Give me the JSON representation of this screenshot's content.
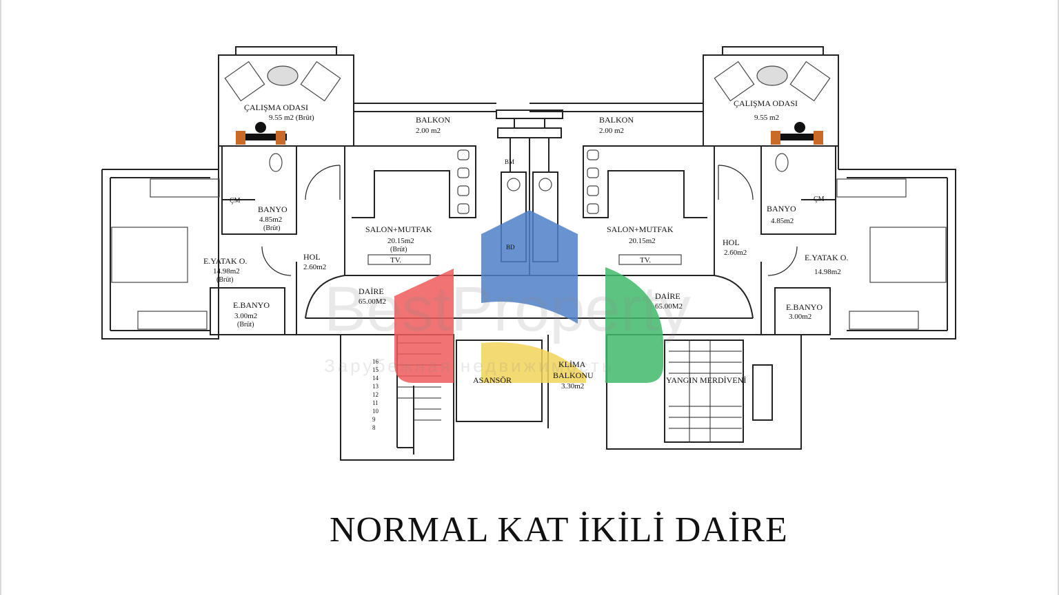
{
  "title": "NORMAL KAT İKİLİ DAİRE",
  "watermark": {
    "brand": "BestProperty",
    "tagline": "Зарубежная недвижимость",
    "colors": {
      "blue": "#4f7fc9",
      "red": "#ef5a5a",
      "green": "#3fb96a",
      "yellow": "#f2d35a"
    }
  },
  "left_unit": {
    "study": {
      "name": "ÇALIŞMA ODASI",
      "area": "9.55 m2 (Brüt)"
    },
    "balcony": {
      "name": "BALKON",
      "area": "2.00 m2"
    },
    "laundry": "ÇM",
    "bath": {
      "name": "BANYO",
      "area": "4.85m2",
      "gross": "(Brüt)"
    },
    "living": {
      "name": "SALON+MUTFAK",
      "area": "20.15m2",
      "gross": "(Brüt)"
    },
    "tv": "TV.",
    "bedroom": {
      "name": "E.YATAK O.",
      "area": "14.98m2",
      "gross": "(Brüt)"
    },
    "hall": {
      "name": "HOL",
      "area": "2.60m2"
    },
    "unit": {
      "name": "DAİRE",
      "area": "65.00M2"
    },
    "ensuite": {
      "name": "E.BANYO",
      "area": "3.00m2",
      "gross": "(Brüt)"
    },
    "washer": "BM",
    "dishwasher": "BD"
  },
  "right_unit": {
    "study": {
      "name": "ÇALIŞMA ODASI",
      "area": "9.55 m2"
    },
    "balcony": {
      "name": "BALKON",
      "area": "2.00 m2"
    },
    "laundry": "ÇM",
    "bath": {
      "name": "BANYO",
      "area": "4.85m2"
    },
    "living": {
      "name": "SALON+MUTFAK",
      "area": "20.15m2"
    },
    "tv": "TV.",
    "bedroom": {
      "name": "E.YATAK O.",
      "area": "14.98m2"
    },
    "hall": {
      "name": "HOL",
      "area": "2.60m2"
    },
    "unit": {
      "name": "DAİRE",
      "area": "65.00M2"
    },
    "ensuite": {
      "name": "E.BANYO",
      "area": "3.00m2"
    }
  },
  "core": {
    "elevator": "ASANSÖR",
    "ac_balcony": {
      "name": "KLİMA",
      "name2": "BALKONU",
      "area": "3.30m2"
    },
    "fire_stairs": "YANGIN MERDİVENİ",
    "step_numbers": [
      "16",
      "15",
      "14",
      "13",
      "12",
      "11",
      "10",
      "9",
      "8"
    ]
  }
}
